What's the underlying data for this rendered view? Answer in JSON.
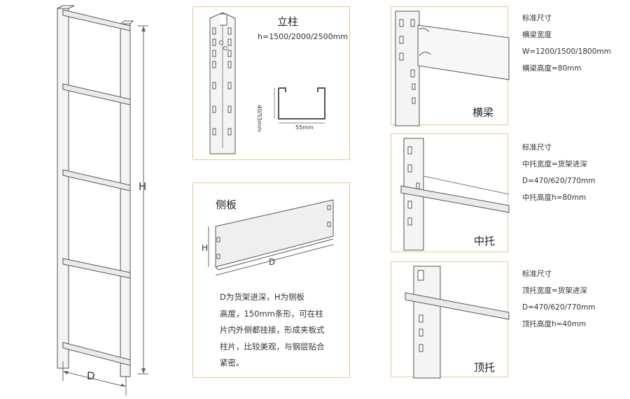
{
  "left_frame": {
    "depth_label": "D",
    "height_label": "H"
  },
  "column_panel": {
    "title": "立柱",
    "height_spec": "h=1500/2000/2500mm",
    "section_height": "40/55mm",
    "section_width": "55mm"
  },
  "side_panel": {
    "title": "侧板",
    "height_label": "H",
    "depth_label": "D",
    "note_lines": [
      "D为货架进深，H为侧板",
      "高度，150mm条形，可在柱",
      "片内外侧都挂接，形成夹板式",
      "柱片，比较美观，与钢层贴合",
      "紧密。"
    ]
  },
  "beam_panel": {
    "title": "横梁"
  },
  "mid_panel": {
    "title": "中托"
  },
  "top_panel": {
    "title": "顶托"
  },
  "beam_specs": [
    "标准尺寸",
    "横梁宽度",
    "W=1200/1500/1800mm",
    "横梁高度=80mm"
  ],
  "mid_specs": [
    "标准尺寸",
    "中托宽度=货架进深",
    "D=470/620/770mm",
    "中托高度h=80mm"
  ],
  "top_specs": [
    "标准尺寸",
    "顶托宽度=货架进深",
    "D=470/620/770mm",
    "顶托高度h=40mm"
  ]
}
